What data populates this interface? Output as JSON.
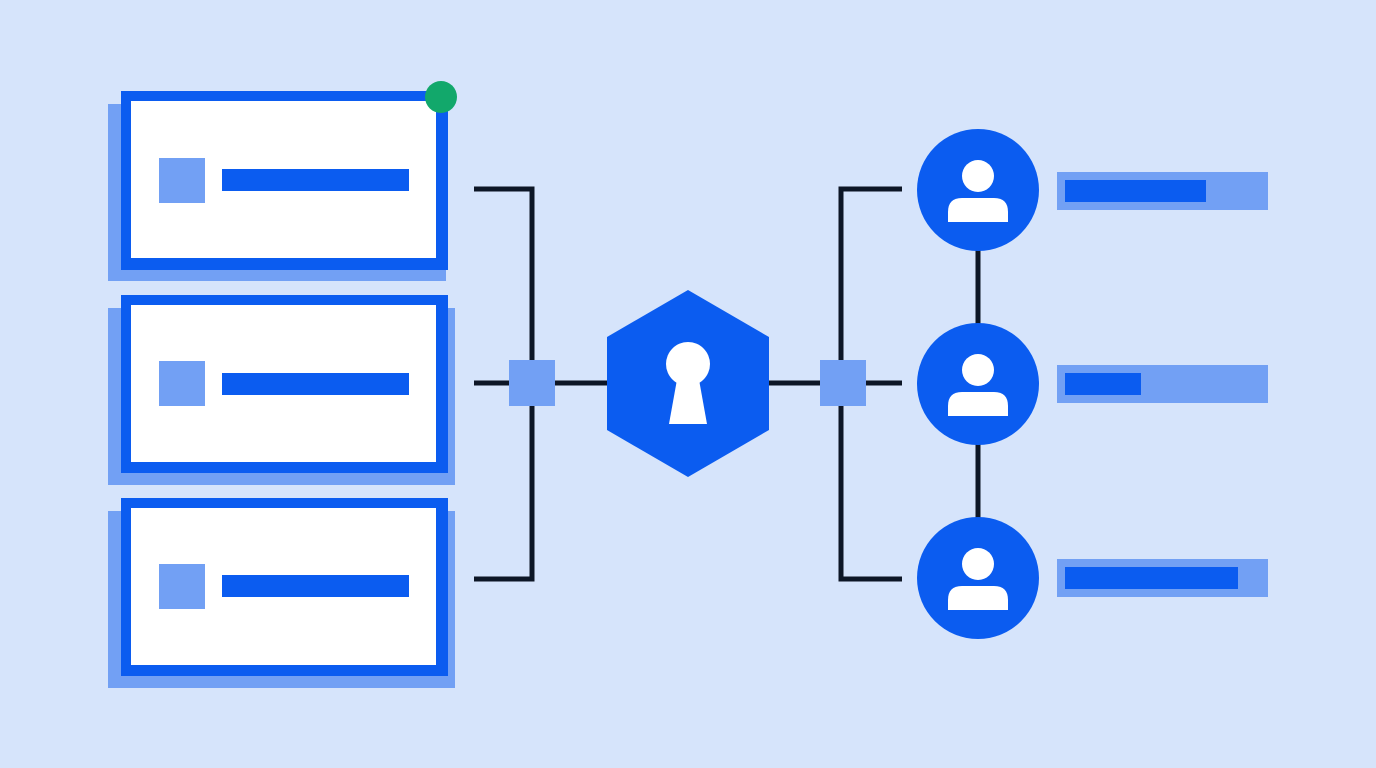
{
  "diagram": {
    "colors": {
      "background": "#d6e4fb",
      "primary_blue": "#0b5cf0",
      "light_blue": "#72a0f4",
      "card_fill": "#ffffff",
      "connector": "#0d1626",
      "status_dot": "#12a86b",
      "icon_white": "#ffffff"
    },
    "resources": [
      {
        "icon": "document-icon",
        "status_dot": true
      },
      {
        "icon": "document-icon",
        "status_dot": false
      },
      {
        "icon": "document-icon",
        "status_dot": false
      }
    ],
    "hub": {
      "icon": "keyhole-icon",
      "shape": "hexagon"
    },
    "users": [
      {
        "icon": "user-icon",
        "level": 0.67
      },
      {
        "icon": "user-icon",
        "level": 0.36
      },
      {
        "icon": "user-icon",
        "level": 0.82
      }
    ]
  }
}
